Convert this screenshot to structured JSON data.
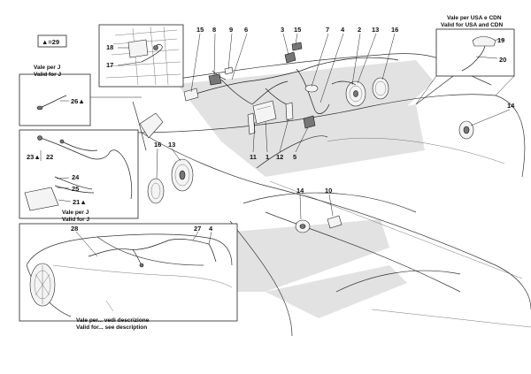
{
  "legend_badge": {
    "label": "▲=29"
  },
  "inset_j_antenna": {
    "title_it": "Vale per J",
    "title_en": "Valid for J",
    "callout": "26▲"
  },
  "inset_usa": {
    "title_it": "Vale per USA e CDN",
    "title_en": "Valid for USA and CDN",
    "callouts": [
      "19",
      "20"
    ]
  },
  "inset_harness": {
    "callouts": [
      "23▲",
      "22",
      "24",
      "25",
      "21▲"
    ],
    "note_it": "Vale per J",
    "note_en": "Valid for J"
  },
  "inset_car": {
    "callouts": [
      "28",
      "27",
      "4"
    ],
    "note_it": "Vale per... vedi descrizione",
    "note_en": "Valid for... see description"
  },
  "inset_engine": {
    "callouts": [
      "18",
      "17"
    ]
  },
  "main_callouts": {
    "c15a": "15",
    "c8": "8",
    "c9": "9",
    "c6": "6",
    "c3": "3",
    "c15b": "15",
    "c7": "7",
    "c4": "4",
    "c2": "2",
    "c13a": "13",
    "c16a": "16",
    "c14a": "14",
    "c16b": "16",
    "c13b": "13",
    "c11": "11",
    "c1": "1",
    "c12": "12",
    "c5": "5",
    "c14b": "14",
    "c10": "10"
  },
  "colors": {
    "watermark": "#e2e2e2",
    "ink": "#222222"
  }
}
